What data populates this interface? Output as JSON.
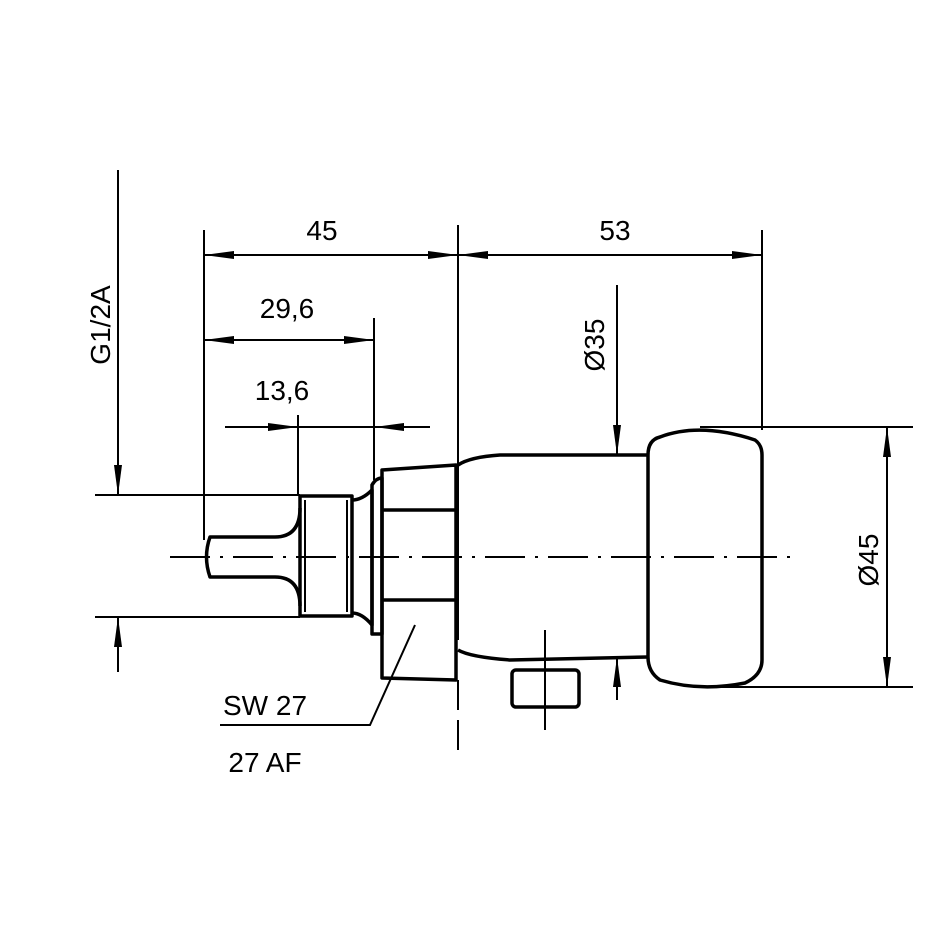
{
  "drawing": {
    "dimensions": {
      "overall_left": "45",
      "overall_right": "53",
      "probe_length": "29,6",
      "thread_length": "13,6",
      "thread": "G1/2A",
      "body_diameter": "Ø35",
      "cap_diameter": "Ø45"
    },
    "annotations": {
      "wrench_size_de": "SW 27",
      "wrench_size_en": "27 AF"
    },
    "colors": {
      "line": "#000000",
      "background": "#ffffff"
    }
  }
}
